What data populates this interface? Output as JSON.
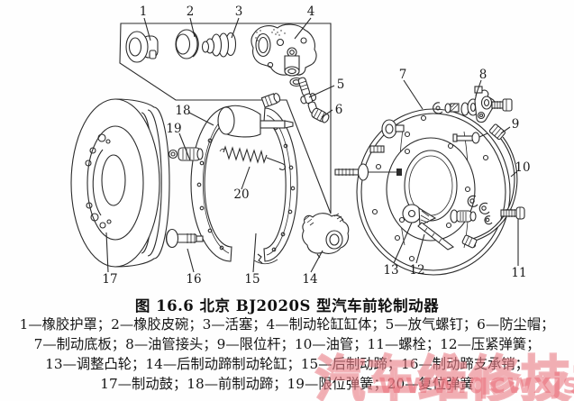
{
  "figure": {
    "caption": "图 16.6  北京 BJ2020S 型汽车前轮制动器",
    "legend": [
      "1—橡胶护罩；2—橡胶皮碗；3—活塞；4—制动轮缸缸体；5—放气螺钉；6—防尘帽；",
      "7—制动底板；8—油管接头；9—限位杆；10—油管；11—螺栓；12—压紧弹簧；",
      "13—调整凸轮；14—后制动蹄制动轮缸；15—后制动蹄；16—制动蹄支承销；",
      "17—制动鼓；18—前制动蹄；19—限位弹簧；20—复位弹簧"
    ],
    "part_labels": [
      "1",
      "2",
      "3",
      "4",
      "5",
      "6",
      "7",
      "8",
      "9",
      "10",
      "11",
      "12",
      "13",
      "14",
      "15",
      "16",
      "17",
      "18",
      "19",
      "20"
    ],
    "parts": [
      {
        "num": "1",
        "name": "橡胶护罩"
      },
      {
        "num": "2",
        "name": "橡胶皮碗"
      },
      {
        "num": "3",
        "name": "活塞"
      },
      {
        "num": "4",
        "name": "制动轮缸缸体"
      },
      {
        "num": "5",
        "name": "放气螺钉"
      },
      {
        "num": "6",
        "name": "防尘帽"
      },
      {
        "num": "7",
        "name": "制动底板"
      },
      {
        "num": "8",
        "name": "油管接头"
      },
      {
        "num": "9",
        "name": "限位杆"
      },
      {
        "num": "10",
        "name": "油管"
      },
      {
        "num": "11",
        "name": "螺栓"
      },
      {
        "num": "12",
        "name": "压紧弹簧"
      },
      {
        "num": "13",
        "name": "调整凸轮"
      },
      {
        "num": "14",
        "name": "后制动蹄制动轮缸"
      },
      {
        "num": "15",
        "name": "后制动蹄"
      },
      {
        "num": "16",
        "name": "制动蹄支承销"
      },
      {
        "num": "17",
        "name": "制动鼓"
      },
      {
        "num": "18",
        "name": "前制动蹄"
      },
      {
        "num": "19",
        "name": "限位弹簧"
      },
      {
        "num": "20",
        "name": "复位弹簧"
      }
    ],
    "watermark": {
      "site_name": "汽车维修技术网",
      "site_url": "www.qcwxjs.com",
      "color": "#e87e86"
    }
  }
}
